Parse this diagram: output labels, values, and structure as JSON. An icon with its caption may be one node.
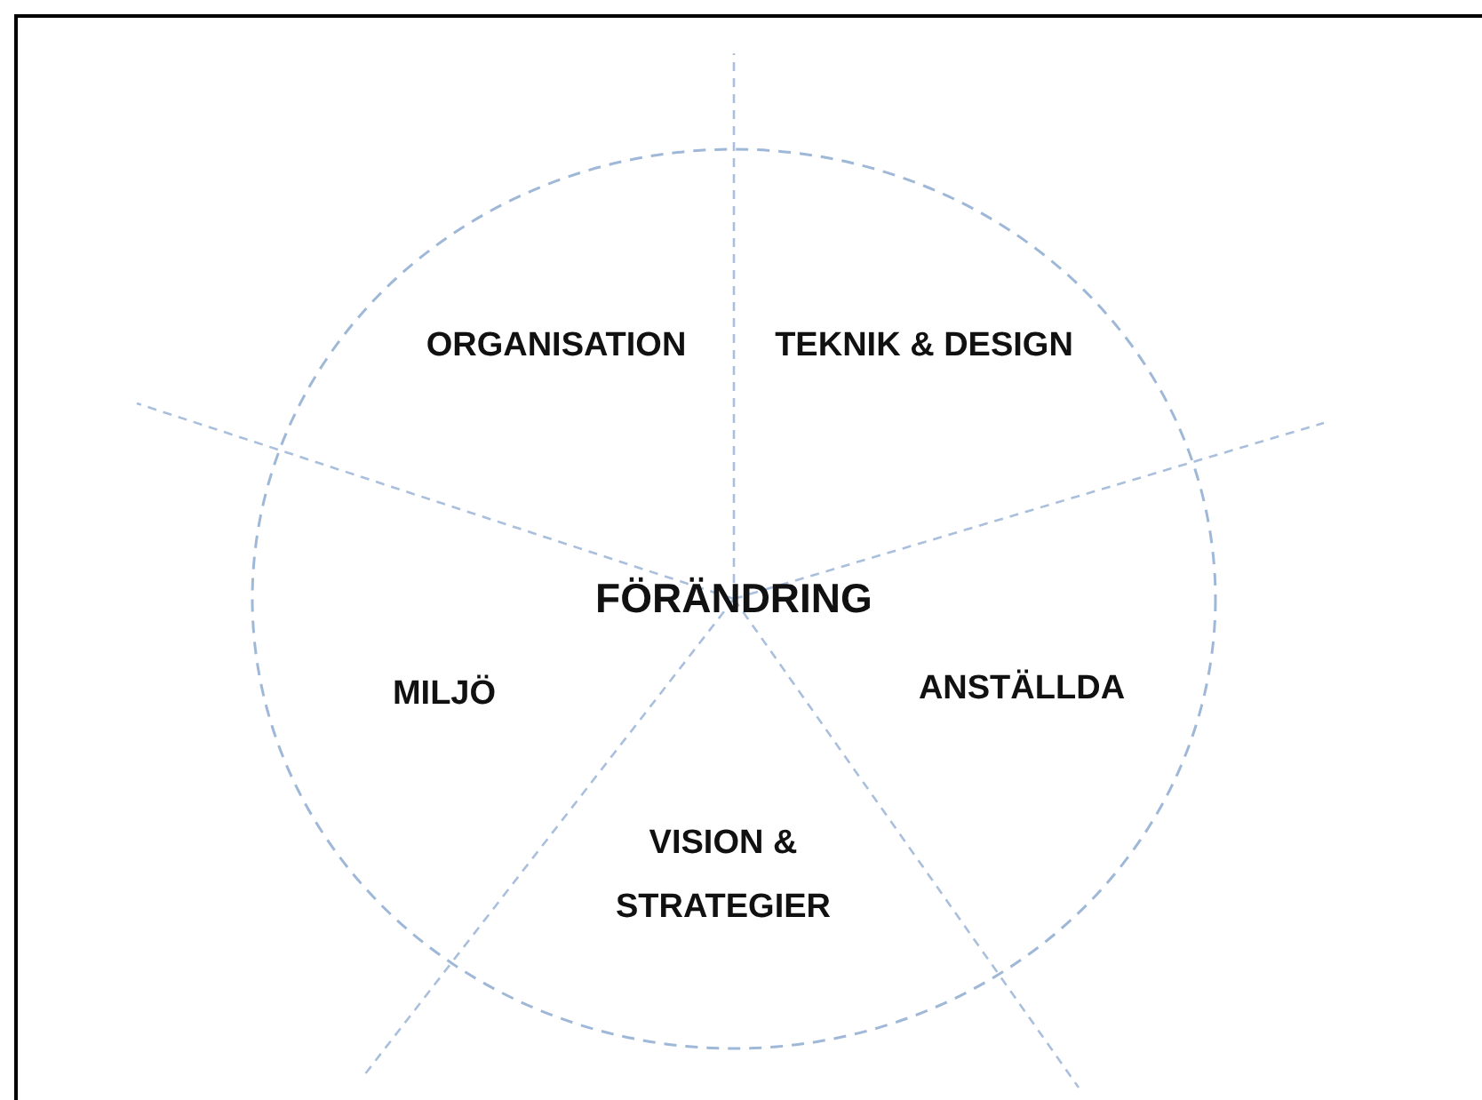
{
  "diagram": {
    "nodes": [
      {
        "text": [
          "FÖRÄNDRING"
        ]
      }
    ],
    "labels": [
      "ORGANISATION",
      "TEKNIK & DESIGN",
      "MILJÖ",
      "ANSTÄLLDA",
      "VISION & STRATEGIER"
    ]
  }
}
